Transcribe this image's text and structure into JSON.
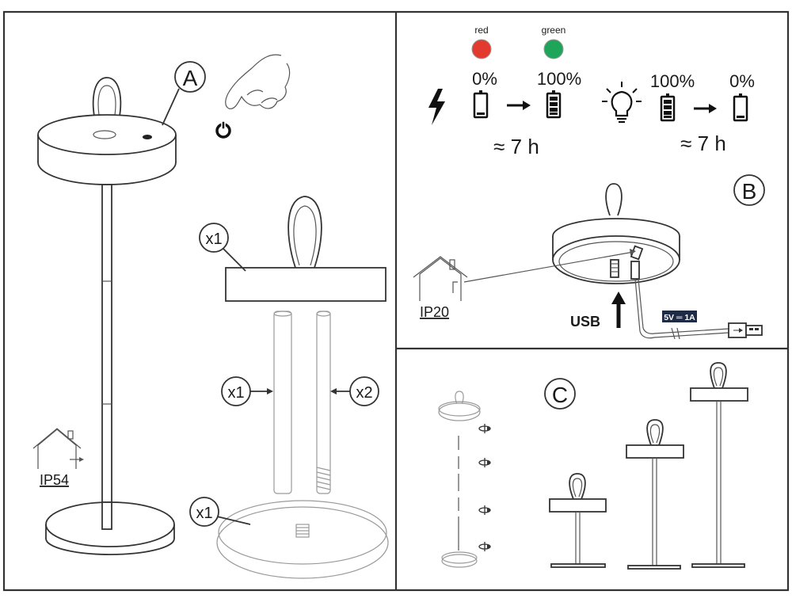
{
  "panel_a": {
    "letter": "A",
    "qty_top": "x1",
    "qty_tube": "x1",
    "qty_rod": "x2",
    "qty_base": "x1",
    "ip_rating": "IP54"
  },
  "panel_b": {
    "letter": "B",
    "led_red_label": "red",
    "led_green_label": "green",
    "led_red_color": "#e23a2f",
    "led_green_color": "#1fa55a",
    "charge_from": "0%",
    "charge_to": "100%",
    "charge_time": "≈ 7 h",
    "use_from": "100%",
    "use_to": "0%",
    "use_time": "≈ 7 h",
    "usb_label": "USB",
    "power_spec": "5V ═ 1A",
    "ip_rating": "IP20"
  },
  "panel_c": {
    "letter": "C"
  }
}
